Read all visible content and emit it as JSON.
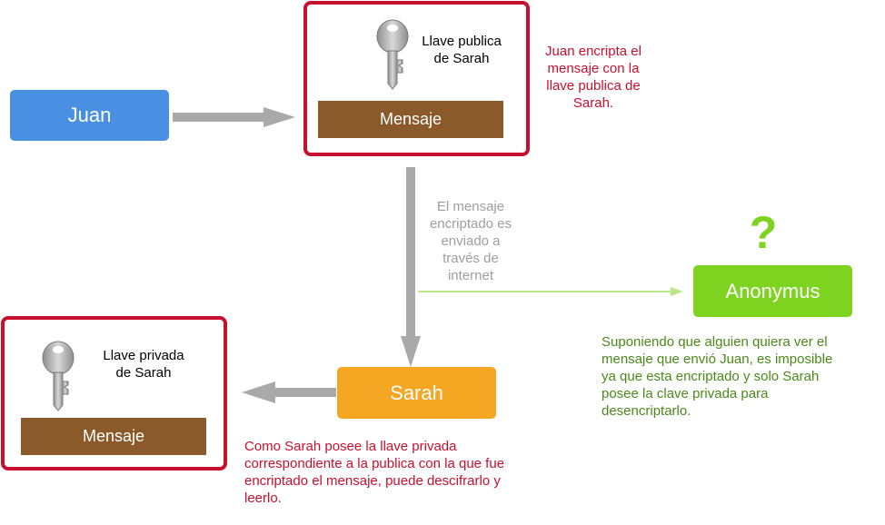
{
  "nodes": {
    "juan": "Juan",
    "sarah": "Sarah",
    "anonymus": "Anonymus"
  },
  "top_box": {
    "key_label_line1": "Llave publica",
    "key_label_line2": "de Sarah",
    "message": "Mensaje"
  },
  "bottom_box": {
    "key_label_line1": "Llave privada",
    "key_label_line2": "de Sarah",
    "message": "Mensaje"
  },
  "question_mark": "?",
  "notes": {
    "encrypt": [
      "Juan encripta el",
      "mensaje con la",
      "llave publica de",
      "Sarah."
    ],
    "sent": [
      "El mensaje",
      "encriptado es",
      "enviado a",
      "través de",
      "internet"
    ],
    "anonymus": [
      "Suponiendo que alguien quiera ver el",
      "mensaje que envió Juan, es imposible",
      "ya que esta encriptado y solo Sarah",
      "posee la clave privada para",
      "desencriptarlo."
    ],
    "sarah": [
      "Como Sarah posee la llave privada",
      "correspondiente a la publica con la que fue",
      "encriptado el mensaje, puede descifrarlo y",
      "leerlo."
    ]
  },
  "colors": {
    "juan": "#4a90e2",
    "sarah": "#f5a623",
    "anonymus": "#7ed321",
    "frame": "#c8102e",
    "message": "#8b5a2b",
    "arrow": "#a9a9a9",
    "internet_arrow": "#b8e986"
  },
  "icons": [
    "key-icon",
    "arrow-right-icon",
    "arrow-down-icon",
    "arrow-left-icon",
    "question-icon"
  ]
}
